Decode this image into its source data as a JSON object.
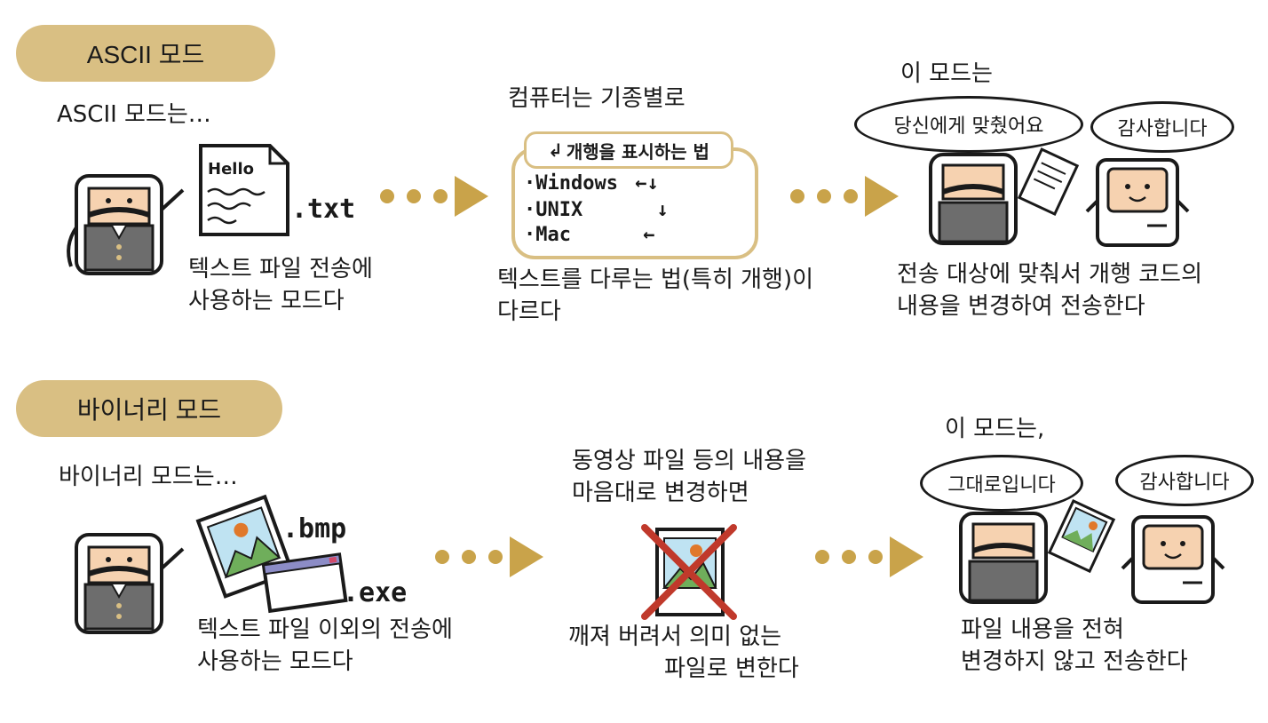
{
  "colors": {
    "accent": "#d9bf83",
    "arrow": "#c9a34a",
    "cross": "#c0392b",
    "ink": "#1a1a1a"
  },
  "ascii": {
    "header": "ASCII 모드",
    "intro": "ASCII 모드는…",
    "file_ext": ".txt",
    "file_text": "Hello",
    "desc_line1": "텍스트 파일 전송에",
    "desc_line2": "사용하는 모드다",
    "middle_title": "컴퓨터는 기종별로",
    "newline_tag": "개행을 표시하는 법",
    "os_rows": [
      {
        "name": "·Windows",
        "symbol": "←↓"
      },
      {
        "name": "·UNIX",
        "symbol": "↓"
      },
      {
        "name": "·Mac",
        "symbol": "←"
      }
    ],
    "middle_desc_line1": "텍스트를 다루는 법(특히 개행)이",
    "middle_desc_line2": "다르다",
    "right_title": "이 모드는",
    "bubble_left": "당신에게 맞췄어요",
    "bubble_right": "감사합니다",
    "right_desc_line1": "전송 대상에 맞춰서 개행 코드의",
    "right_desc_line2": "내용을 변경하여 전송한다"
  },
  "binary": {
    "header": "바이너리 모드",
    "intro": "바이너리 모드는…",
    "ext_bmp": ".bmp",
    "ext_exe": ".exe",
    "desc_line1": "텍스트 파일 이외의 전송에",
    "desc_line2": "사용하는 모드다",
    "middle_title_line1": "동영상 파일 등의 내용을",
    "middle_title_line2": "마음대로 변경하면",
    "middle_desc_line1": "깨져 버려서 의미 없는",
    "middle_desc_line2": "파일로 변한다",
    "right_title": "이 모드는,",
    "bubble_left": "그대로입니다",
    "bubble_right": "감사합니다",
    "right_desc_line1": "파일 내용을 전혀",
    "right_desc_line2": "변경하지 않고 전송한다"
  }
}
